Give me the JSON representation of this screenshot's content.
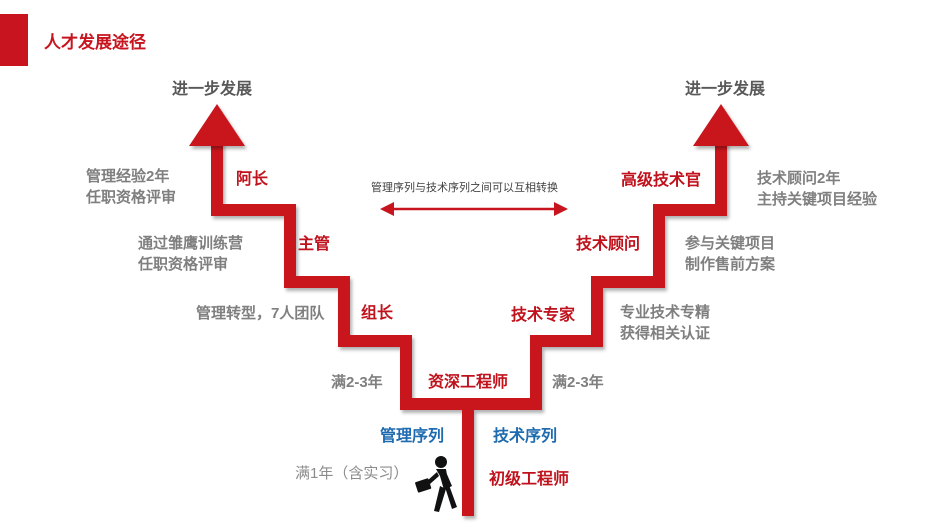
{
  "header": {
    "title": "人才发展途径"
  },
  "colors": {
    "accent": "#c8141e",
    "management_label": "#1f6bb0",
    "stair_red": "#c8141e"
  },
  "top_labels": {
    "left": "进一步发展",
    "right": "进一步发展"
  },
  "center_note": "管理序列与技术序列之间可以互相转换",
  "tracks": {
    "management": "管理序列",
    "technical": "技术序列"
  },
  "entry": {
    "title": "初级工程师",
    "condition": "满1年（含实习）",
    "icon": "walking-businessman-icon"
  },
  "senior": {
    "title": "资深工程师",
    "left_condition": "满2-3年",
    "right_condition": "满2-3年"
  },
  "management_steps": [
    {
      "title": "组长",
      "condition": "管理转型，7人团队"
    },
    {
      "title": "主管",
      "condition": "通过雏鹰训练营\n任职资格评审"
    },
    {
      "title": "阿长",
      "condition": "管理经验2年\n任职资格评审"
    }
  ],
  "technical_steps": [
    {
      "title": "技术专家",
      "condition": "专业技术专精\n获得相关认证"
    },
    {
      "title": "技术顾问",
      "condition": "参与关键项目\n制作售前方案"
    },
    {
      "title": "高级技术官",
      "condition": "技术顾问2年\n主持关键项目经验"
    }
  ]
}
